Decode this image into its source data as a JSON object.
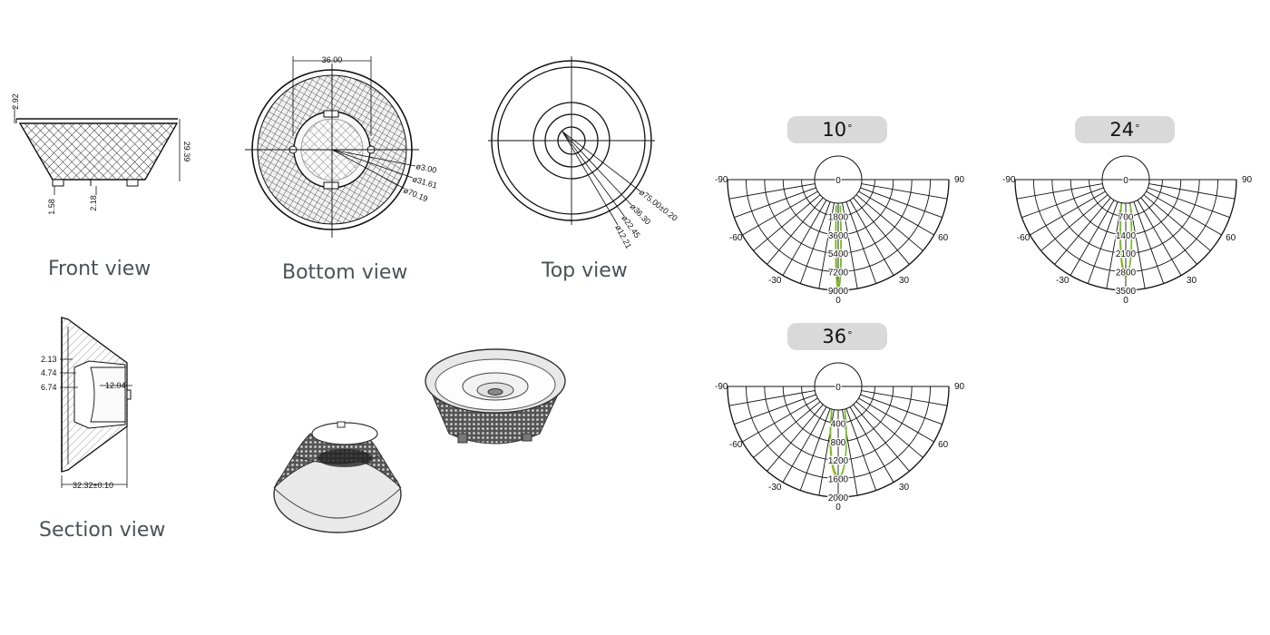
{
  "views": {
    "front": {
      "caption": "Front view",
      "dims": [
        "2.92",
        "29.39",
        "1.58",
        "2.18"
      ]
    },
    "bottom": {
      "caption": "Bottom view",
      "dims": [
        "36.00",
        "ø3.00",
        "ø31.61",
        "ø70.19"
      ]
    },
    "top": {
      "caption": "Top view",
      "dims": [
        "ø75.00±0.20",
        "ø36.30",
        "ø22.45",
        "ø12.21"
      ]
    },
    "section": {
      "caption": "Section view",
      "dims": [
        "2.13",
        "4.74",
        "6.74",
        "12.04",
        "32.32±0.10"
      ]
    }
  },
  "polar_charts": [
    {
      "beam_angle": "10",
      "degree_symbol": "°",
      "angle_labels": {
        "left90": "-90",
        "right90": "90",
        "left60": "-60",
        "right60": "60",
        "left30": "-30",
        "right30": "30",
        "bottom0": "0"
      },
      "intensity_labels": [
        "0",
        "1800",
        "3600",
        "5400",
        "7200",
        "9000"
      ],
      "chart_data": {
        "type": "polar",
        "beam_angle_deg": 10,
        "radial_ticks": [
          0,
          1800,
          3600,
          5400,
          7200,
          9000
        ],
        "angular_ticks": [
          -90,
          -60,
          -30,
          0,
          30,
          60,
          90
        ],
        "curve_peak": 9000,
        "curve_half_width_deg": 5,
        "series_colors": [
          "#6fbf2b",
          "#c9a21a"
        ]
      }
    },
    {
      "beam_angle": "24",
      "degree_symbol": "°",
      "angle_labels": {
        "left90": "-90",
        "right90": "90",
        "left60": "-60",
        "right60": "60",
        "left30": "-30",
        "right30": "30",
        "bottom0": "0"
      },
      "intensity_labels": [
        "0",
        "700",
        "1400",
        "2100",
        "2800",
        "3500"
      ],
      "chart_data": {
        "type": "polar",
        "beam_angle_deg": 24,
        "radial_ticks": [
          0,
          700,
          1400,
          2100,
          2800,
          3500
        ],
        "angular_ticks": [
          -90,
          -60,
          -30,
          0,
          30,
          60,
          90
        ],
        "curve_peak": 3000,
        "curve_half_width_deg": 12,
        "series_colors": [
          "#6fbf2b",
          "#c9a21a"
        ]
      }
    },
    {
      "beam_angle": "36",
      "degree_symbol": "°",
      "angle_labels": {
        "left90": "-90",
        "right90": "90",
        "left60": "-60",
        "right60": "60",
        "left30": "-30",
        "right30": "30",
        "bottom0": "0"
      },
      "intensity_labels": [
        "0",
        "400",
        "800",
        "1200",
        "1600",
        "2000"
      ],
      "chart_data": {
        "type": "polar",
        "beam_angle_deg": 36,
        "radial_ticks": [
          0,
          400,
          800,
          1200,
          1600,
          2000
        ],
        "angular_ticks": [
          -90,
          -60,
          -30,
          0,
          30,
          60,
          90
        ],
        "curve_peak": 1600,
        "curve_half_width_deg": 18,
        "series_colors": [
          "#6fbf2b",
          "#c9a21a"
        ]
      }
    }
  ]
}
